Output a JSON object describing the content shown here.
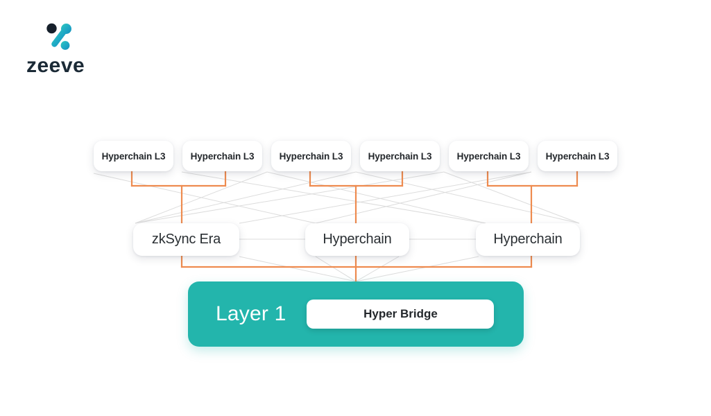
{
  "brand": {
    "name": "zeeve",
    "logo_icon": "zeeve-z-node-logo",
    "mark_dark_color": "#16202b",
    "mark_teal_color": "#19a7c4",
    "mark_accent_color": "#2ec4b6"
  },
  "diagram": {
    "type": "hierarchy",
    "connector_color": "#ee8b4f",
    "cross_link_color": "#dcdcdc",
    "layers": [
      {
        "id": "l3",
        "nodes": [
          {
            "label": "Hyperchain L3"
          },
          {
            "label": "Hyperchain L3"
          },
          {
            "label": "Hyperchain L3"
          },
          {
            "label": "Hyperchain L3"
          },
          {
            "label": "Hyperchain L3"
          },
          {
            "label": "Hyperchain L3"
          }
        ]
      },
      {
        "id": "l2",
        "nodes": [
          {
            "label": "zkSync Era"
          },
          {
            "label": "Hyperchain"
          },
          {
            "label": "Hyperchain"
          }
        ]
      },
      {
        "id": "l1",
        "label": "Layer 1",
        "bridge_label": "Hyper Bridge",
        "band_color": "#23b5ac"
      }
    ]
  }
}
